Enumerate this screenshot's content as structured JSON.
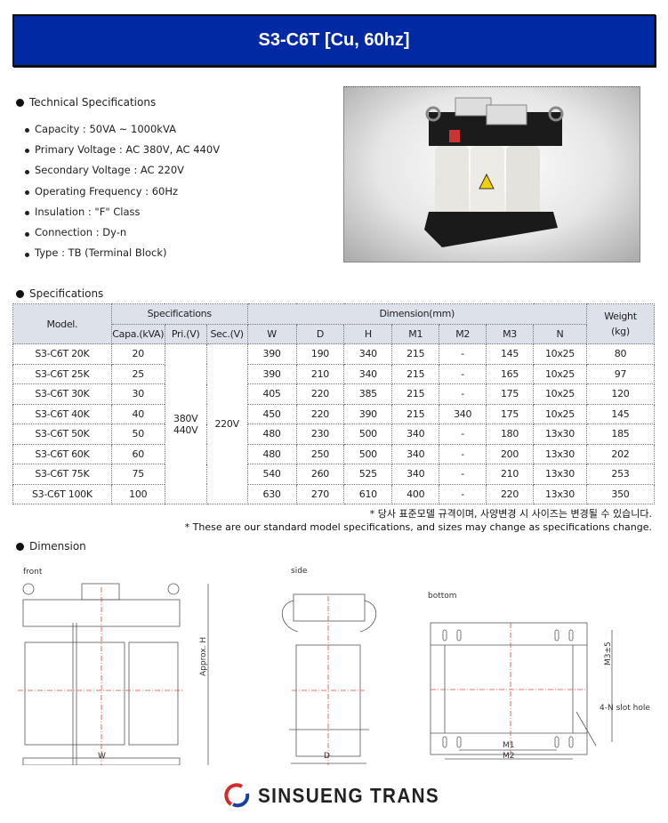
{
  "title": "S3-C6T [Cu, 60hz]",
  "tech_title": "Technical Specifications",
  "tech_specs": [
    "Capacity : 50VA ~ 1000kVA",
    "Primary Voltage : AC 380V, AC 440V",
    "Secondary Voltage : AC 220V",
    "Operating Frequency : 60Hz",
    "Insulation : \"F\" Class",
    "Connection : Dy-n",
    "Type : TB (Terminal Block)"
  ],
  "spec_title": "Specifications",
  "table": {
    "h_model": "Model.",
    "h_specs": "Specifications",
    "h_dim": "Dimension(mm)",
    "h_weight": "Weight (kg)",
    "sub": [
      "Capa.(kVA)",
      "Pri.(V)",
      "Sec.(V)",
      "W",
      "D",
      "H",
      "M1",
      "M2",
      "M3",
      "N"
    ],
    "pri": "380V 440V",
    "sec": "220V",
    "rows": [
      [
        "S3-C6T 20K",
        "20",
        "390",
        "190",
        "340",
        "215",
        "-",
        "145",
        "10x25",
        "80"
      ],
      [
        "S3-C6T 25K",
        "25",
        "390",
        "210",
        "340",
        "215",
        "-",
        "165",
        "10x25",
        "97"
      ],
      [
        "S3-C6T 30K",
        "30",
        "405",
        "220",
        "385",
        "215",
        "-",
        "175",
        "10x25",
        "120"
      ],
      [
        "S3-C6T 40K",
        "40",
        "450",
        "220",
        "390",
        "215",
        "340",
        "175",
        "10x25",
        "145"
      ],
      [
        "S3-C6T 50K",
        "50",
        "480",
        "230",
        "500",
        "340",
        "-",
        "180",
        "13x30",
        "185"
      ],
      [
        "S3-C6T 60K",
        "60",
        "480",
        "250",
        "500",
        "340",
        "-",
        "200",
        "13x30",
        "202"
      ],
      [
        "S3-C6T 75K",
        "75",
        "540",
        "260",
        "525",
        "340",
        "-",
        "210",
        "13x30",
        "253"
      ],
      [
        "S3-C6T 100K",
        "100",
        "630",
        "270",
        "610",
        "400",
        "-",
        "220",
        "13x30",
        "350"
      ]
    ]
  },
  "note_ko": "* 당사 표준모델 규격이며, 사양변경 시 사이즈는 변경될 수 있습니다.",
  "note_en": "* These are our standard model specifications, and sizes may change as specifications change.",
  "dim_title": "Dimension",
  "drawing": {
    "front": "front",
    "side": "side",
    "bottom": "bottom",
    "w": "W",
    "d": "D",
    "h": "Approx. H",
    "m1": "M1",
    "m2": "M2",
    "m3": "M3±5",
    "slot": "4-N slot hole"
  },
  "logo": "SINSUENG TRANS"
}
